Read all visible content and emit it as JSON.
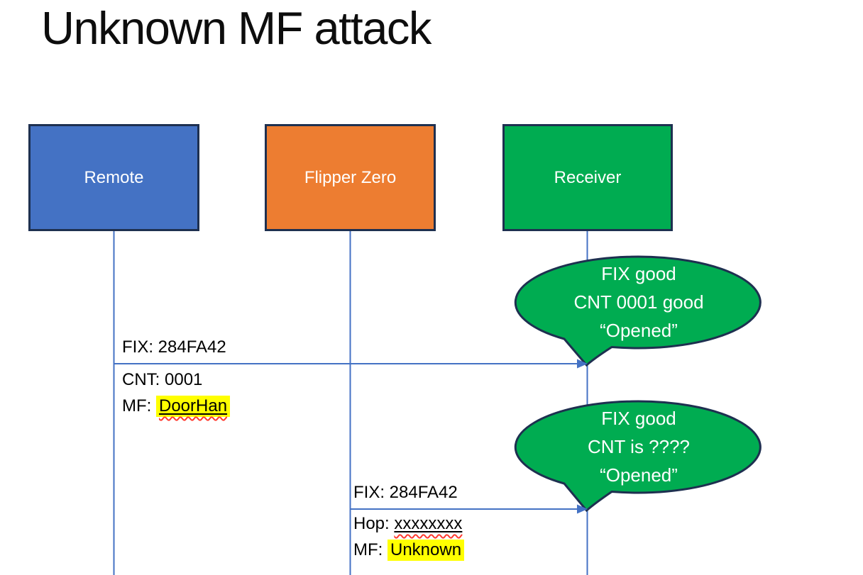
{
  "slide": {
    "title": "Unknown MF attack"
  },
  "actors": [
    {
      "label": "Remote",
      "color": "#4472C4"
    },
    {
      "label": "Flipper Zero",
      "color": "#ED7D31"
    },
    {
      "label": "Receiver",
      "color": "#00AC51"
    }
  ],
  "message1": {
    "fix": "FIX: 284FA42",
    "cnt": "CNT: 0001",
    "mf_label": "MF:",
    "mf_value": "DoorHan"
  },
  "message2": {
    "fix": "FIX: 284FA42",
    "hop_label": "Hop:",
    "hop_value": "xxxxxxxx",
    "mf_label": "MF:",
    "mf_value": "Unknown"
  },
  "callout1": {
    "line1": "FIX good",
    "line2": "CNT 0001 good",
    "line3": "“Opened”"
  },
  "callout2": {
    "line1": "FIX good",
    "line2": "CNT is ????",
    "line3": "“Opened”"
  },
  "colors": {
    "remote_box": "#4472C4",
    "flipper_box": "#ED7D31",
    "receiver_box": "#00AC51",
    "callout_fill": "#00AC51",
    "shape_outline": "#1E3050",
    "connector_line": "#4472C4",
    "highlight": "#FFFF00",
    "spellcheck_squiggle": "#FF3B2F",
    "title_text": "#0D0D0D",
    "body_text": "#000000",
    "actor_text": "#FFFFFF",
    "callout_text": "#FFFFFF"
  }
}
